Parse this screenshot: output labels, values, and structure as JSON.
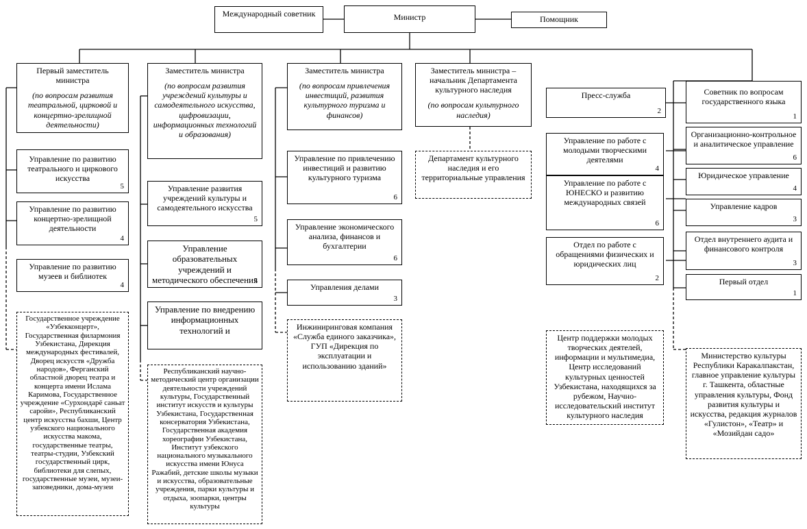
{
  "top": {
    "advisor": "Международный советник",
    "minister": "Министр",
    "assistant": "Помощник"
  },
  "columns": [
    {
      "head": "Первый заместитель министра",
      "sub": "(по вопросам развития театральной, цирковой и концертно-зрелищной деятельности)",
      "units": [
        {
          "name": "Управление по развитию театрального и циркового искусства",
          "count": "5"
        },
        {
          "name": "Управление по развитию концертно-зрелищной деятельности",
          "count": "4"
        },
        {
          "name": "Управление по развитию музеев и библиотек",
          "count": "4"
        }
      ],
      "subordinate": "Государственное учреждение «Узбекконцерт», Государственная филармония Узбекистана, Дирекция международных фестивалей, Дворец искусств «Дружба народов», Ферганский областной дворец театра и концерта имени Ислама Каримова, Государственное учреждение «Сурхондарё саньат саройи», Республиканский центр искусства бахши, Центр узбекского национального искусства макома, государственные театры, театры-студии, Узбекский государственный цирк, библиотеки для слепых, государственные музеи, музеи-заповедники, дома-музеи"
    },
    {
      "head": "Заместитель министра",
      "sub": "(по вопросам развития учреждений культуры и самодеятельного искусства, цифровизации, информационных технологий и образования)",
      "units": [
        {
          "name": "Управление развития учреждений культуры и самодеятельного искусства",
          "count": "5"
        },
        {
          "name": "Управление образовательных учреждений и методического обеспечения отрасли",
          "count": "5"
        },
        {
          "name": "Управление по внедрению информационных технологий и",
          "count": ""
        }
      ],
      "subordinate": "Республиканский научно-методический центр организации деятельности учреждений культуры, Государственный институт искусств и культуры Узбекистана, Государственная консерватория Узбекистана, Государственная академия хореографии Узбекистана, Институт узбекского национального музыкального искусства имени Юнуса Ражабий, детские школы музыки и искусства, образовательные учреждения, парки культуры и отдыха, зоопарки, центры культуры"
    },
    {
      "head": "Заместитель министра",
      "sub": "(по вопросам привлечения инвестиций, развития культурного туризма и финансов)",
      "units": [
        {
          "name": "Управление по привлечению инвестиций и развитию культурного туризма",
          "count": "6"
        },
        {
          "name": "Управление экономического анализа, финансов и бухгалтерии",
          "count": "6"
        },
        {
          "name": "Управления делами",
          "count": "3"
        }
      ],
      "subordinate": "Инжиниринговая компания «Служба единого заказчика», ГУП «Дирекция по эксплуатации и использованию зданий»"
    },
    {
      "head": "Заместитель министра – начальник Департамента культурного наследия",
      "sub": "(по вопросам культурного наследия)",
      "units": [],
      "subordinate": "Департамент культурного наследия и его территориальные управления"
    }
  ],
  "middle": {
    "units": [
      {
        "name": "Пресс-служба",
        "count": "2"
      },
      {
        "name": "Управление по работе с молодыми творческими деятелями",
        "count": "4"
      },
      {
        "name": "Управление по работе с ЮНЕСКО и развитию международных связей",
        "count": "6"
      },
      {
        "name": "Отдел по работе с обращениями физических и юридических лиц",
        "count": "2"
      }
    ],
    "subordinate": "Центр поддержки молодых творческих деятелей, информации и мультимедиа, Центр исследований культурных ценностей Узбекистана, находящихся за рубежом, Научно-исследовательский институт культурного наследия"
  },
  "right": {
    "units": [
      {
        "name": "Советник по вопросам государственного языка",
        "count": "1"
      },
      {
        "name": "Организационно-контрольное и аналитическое управление",
        "count": "6"
      },
      {
        "name": "Юридическое управление",
        "count": "4"
      },
      {
        "name": "Управление кадров",
        "count": "3"
      },
      {
        "name": "Отдел внутреннего аудита и финансового контроля",
        "count": "3"
      },
      {
        "name": "Первый отдел",
        "count": "1"
      }
    ],
    "subordinate": "Министерство культуры Республики Каракалпакстан, главное управление культуры г. Ташкента, областные управления культуры, Фонд развития культуры и искусства, редакция журналов «Гулистон», «Театр» и «Мозийдан садо»"
  }
}
